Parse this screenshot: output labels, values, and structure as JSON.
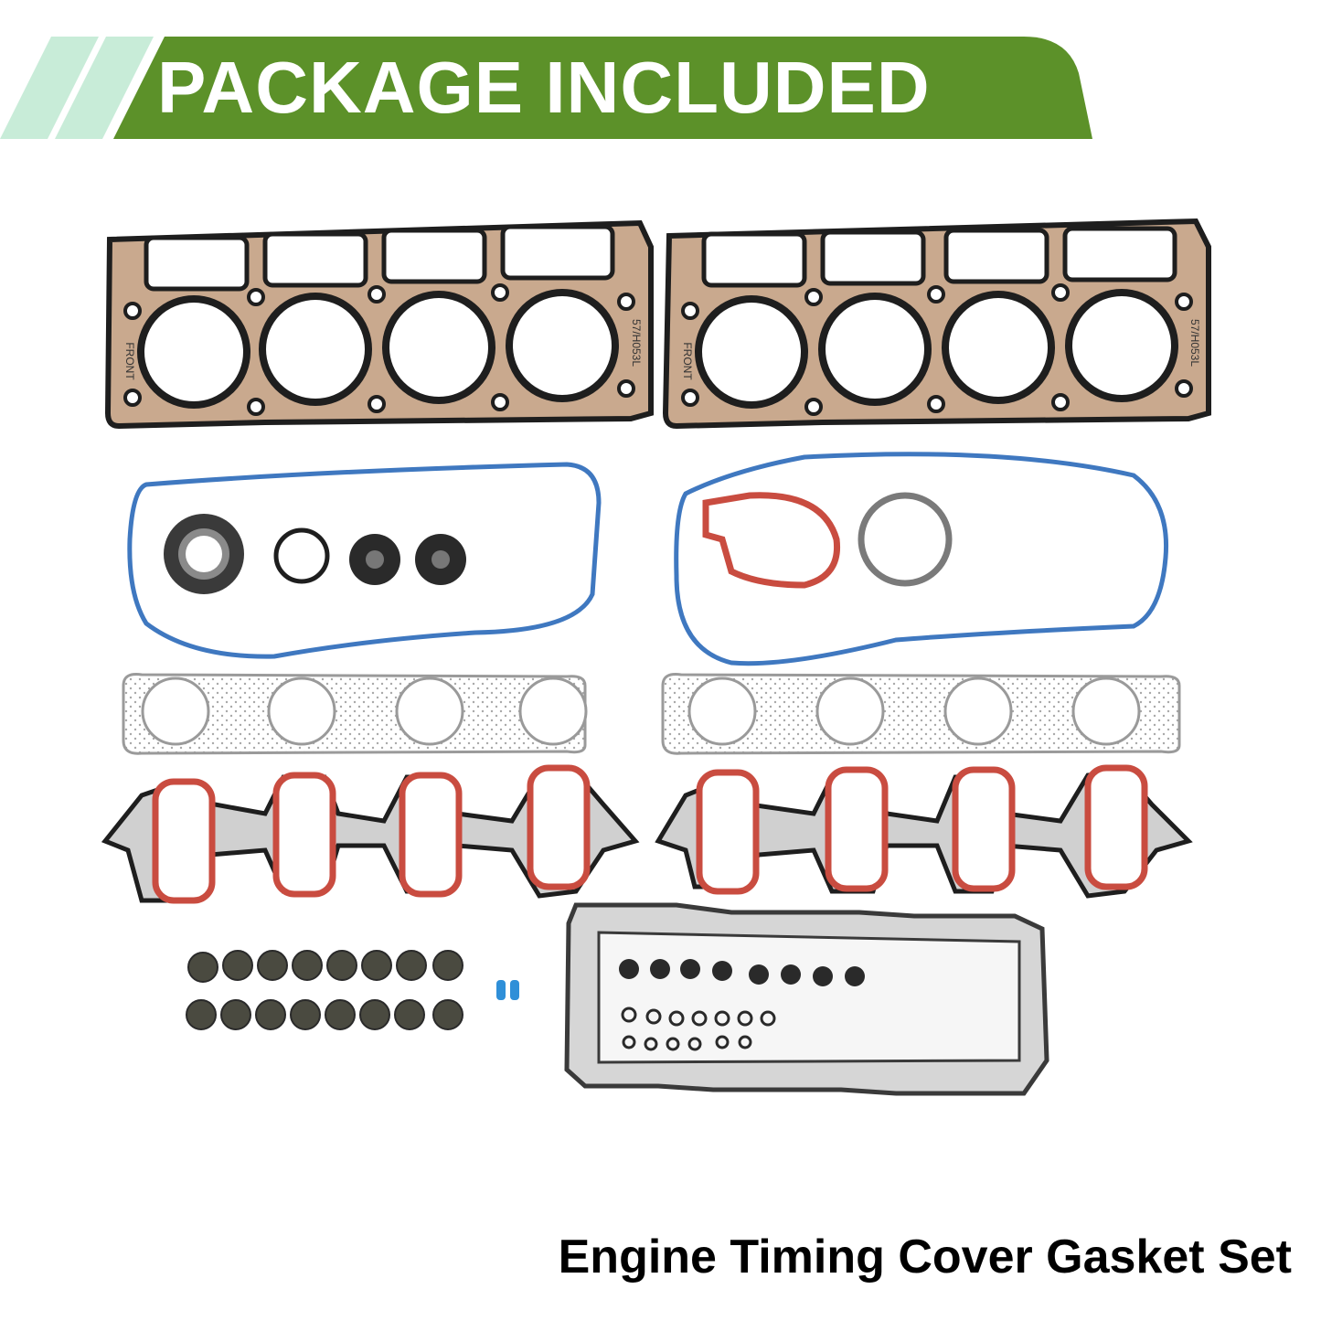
{
  "banner": {
    "title": "PACKAGE INCLUDED",
    "color": "#5c9129",
    "stripe_color": "#c8ecd8"
  },
  "head_gasket": {
    "front_label": "FRONT",
    "part_code": "57/H053L"
  },
  "caption": "Engine Timing Cover Gasket Set",
  "colors": {
    "gasket_steel": "#c9a98e",
    "gasket_edge": "#1e1e1e",
    "valve_cover_seal": "#3f78c0",
    "intake_seal": "#c94c40",
    "exhaust_gasket": "#d8d8d8",
    "valley_plate": "#c8c8c8",
    "blue_plug": "#2f8fd8"
  }
}
